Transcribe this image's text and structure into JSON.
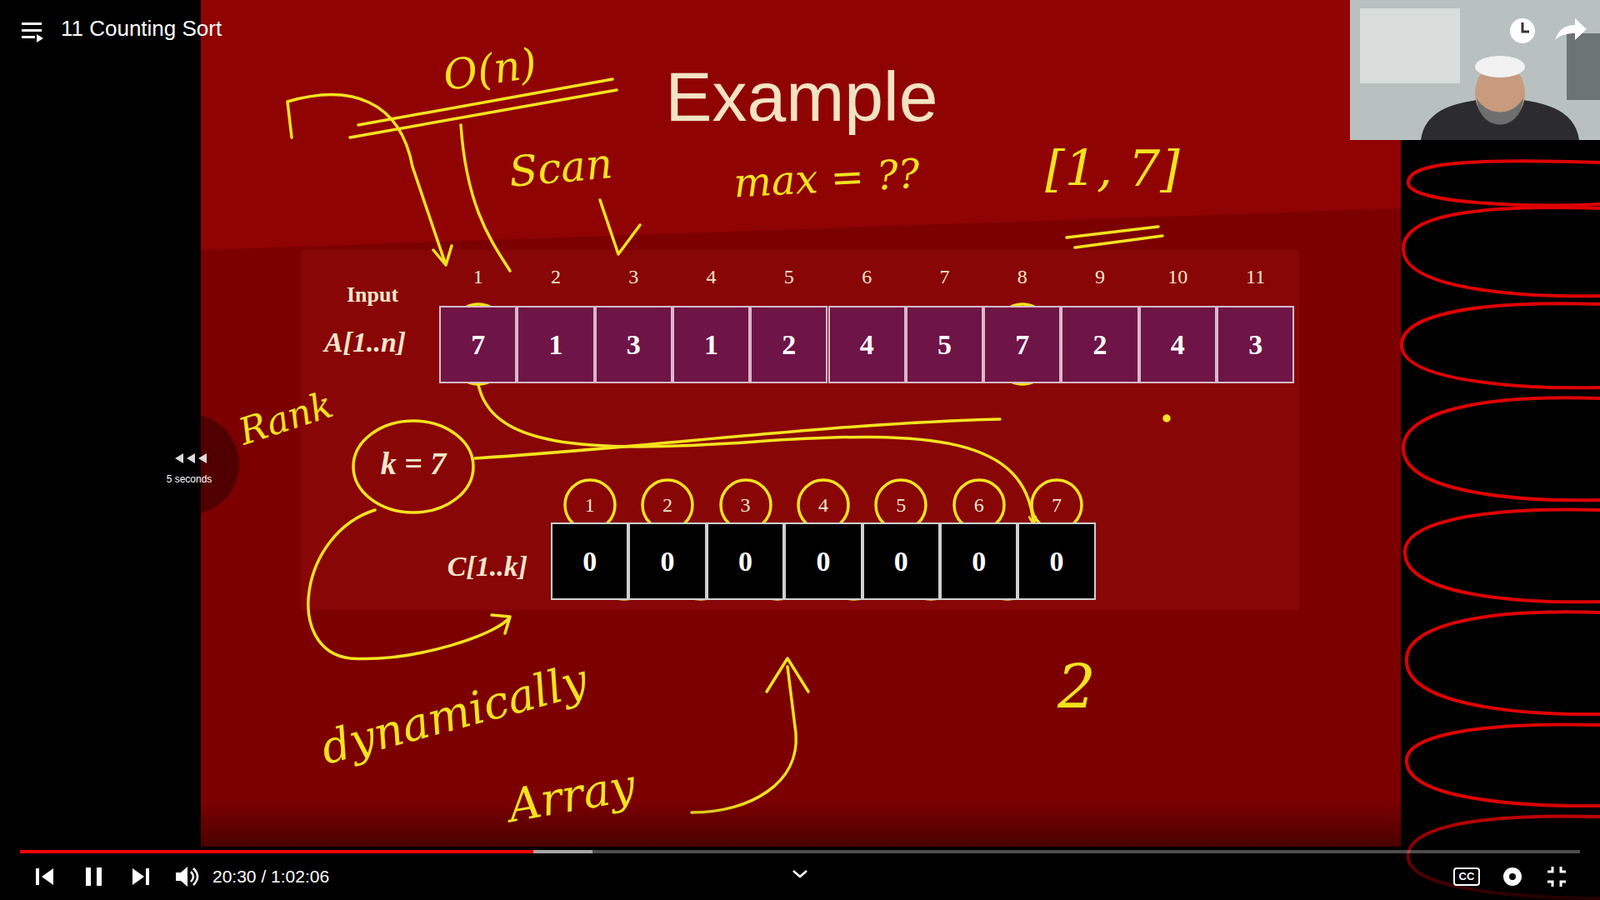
{
  "diagram": {
    "title": "Example",
    "nodes": [
      {
        "text": [
          "7"
        ]
      },
      {
        "text": [
          "1"
        ]
      },
      {
        "text": [
          "3"
        ]
      },
      {
        "text": [
          "1"
        ]
      },
      {
        "text": [
          "2"
        ]
      },
      {
        "text": [
          "4"
        ]
      },
      {
        "text": [
          "5"
        ]
      },
      {
        "text": [
          "7"
        ]
      },
      {
        "text": [
          "2"
        ]
      },
      {
        "text": [
          "4"
        ]
      },
      {
        "text": [
          "3"
        ]
      },
      {
        "text": [
          "0"
        ]
      },
      {
        "text": [
          "0"
        ]
      },
      {
        "text": [
          "0"
        ]
      },
      {
        "text": [
          "0"
        ]
      },
      {
        "text": [
          "0"
        ]
      },
      {
        "text": [
          "0"
        ]
      },
      {
        "text": [
          "0"
        ]
      }
    ],
    "edges": [
      {
        "from": 0,
        "to": 17,
        "arrow": "to"
      }
    ],
    "labels": [
      "11 Counting Sort",
      "Input",
      "A[1..n]",
      "1",
      "2",
      "3",
      "4",
      "5",
      "6",
      "7",
      "8",
      "9",
      "10",
      "11",
      "k = 7",
      "C[1..k]",
      "1",
      "2",
      "3",
      "4",
      "5",
      "6",
      "7",
      "O(n)",
      "Scan",
      "max = ??",
      "[1, 7]",
      "Rank",
      "dynamically",
      "Array",
      "2",
      "5 seconds",
      "20:30 / 1:02:06",
      "CC"
    ]
  }
}
